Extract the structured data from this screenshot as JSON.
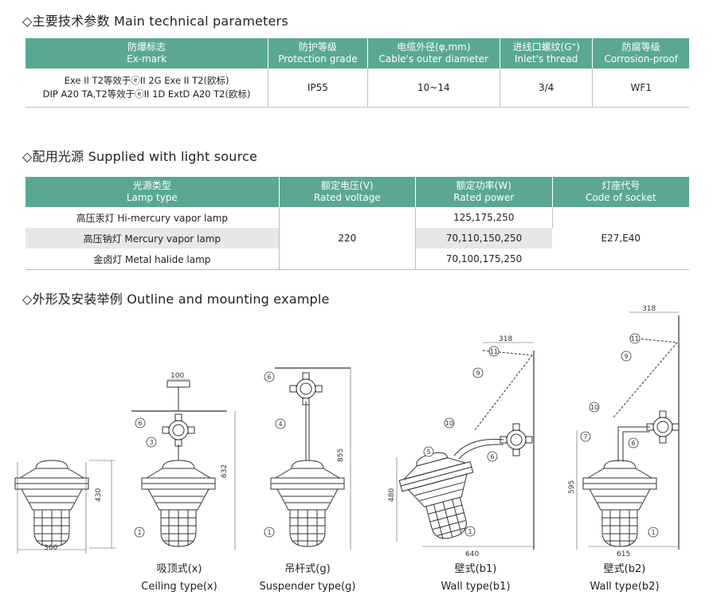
{
  "section1": {
    "title": "◇主要技术参数 Main technical parameters",
    "headers": [
      {
        "cn": "防爆标志",
        "en": "Ex-mark"
      },
      {
        "cn": "防护等级",
        "en": "Protection grade"
      },
      {
        "cn": "电缆外径(φ,mm)",
        "en": "Cable's outer diameter"
      },
      {
        "cn": "进线口螺纹(G\")",
        "en": "Inlet's thread"
      },
      {
        "cn": "防腐等级",
        "en": "Corrosion-proof"
      }
    ],
    "row": {
      "exmark_line1": "Exe II T2等效于ⓔII 2G Exe II T2(欧标)",
      "exmark_line2": "DIP A20 TA,T2等效于ⓔII 1D ExtD A20 T2(欧标)",
      "protection": "IP55",
      "cable": "10~14",
      "thread": "3/4",
      "corrosion": "WF1"
    }
  },
  "section2": {
    "title": "◇配用光源 Supplied with light source",
    "headers": [
      {
        "cn": "光源类型",
        "en": "Lamp type"
      },
      {
        "cn": "额定电压(V)",
        "en": "Rated voltage"
      },
      {
        "cn": "额定功率(W)",
        "en": "Rated power"
      },
      {
        "cn": "灯座代号",
        "en": "Code of socket"
      }
    ],
    "rows": [
      {
        "lamp": "高压汞灯 Hi-mercury vapor lamp",
        "power": "125,175,250"
      },
      {
        "lamp": "高压钠灯 Mercury vapor lamp",
        "power": "70,110,150,250"
      },
      {
        "lamp": "金卤灯 Metal halide lamp",
        "power": "70,100,175,250"
      }
    ],
    "voltage": "220",
    "socket": "E27,E40"
  },
  "section3": {
    "title": "◇外形及安装举例 Outline and mounting example",
    "figures": [
      {
        "cn": "",
        "en": "",
        "dims": [
          "430",
          "360"
        ]
      },
      {
        "cn": "吸顶式(x)",
        "en": "Ceiling type(x)",
        "dims": [
          "100",
          "632"
        ]
      },
      {
        "cn": "吊杆式(g)",
        "en": "Suspender type(g)",
        "dims": [
          "855"
        ]
      },
      {
        "cn": "壁式(b1)",
        "en": "Wall type(b1)",
        "dims": [
          "318",
          "480",
          "640"
        ]
      },
      {
        "cn": "壁式(b2)",
        "en": "Wall type(b2)",
        "dims": [
          "318",
          "595",
          "615"
        ]
      }
    ],
    "part_numbers": [
      "1",
      "3",
      "4",
      "5",
      "6",
      "7",
      "9",
      "10",
      "11"
    ]
  },
  "colors": {
    "header_bg": "#5aa894",
    "shade_bg": "#e7e7e7",
    "line": "#333333"
  }
}
